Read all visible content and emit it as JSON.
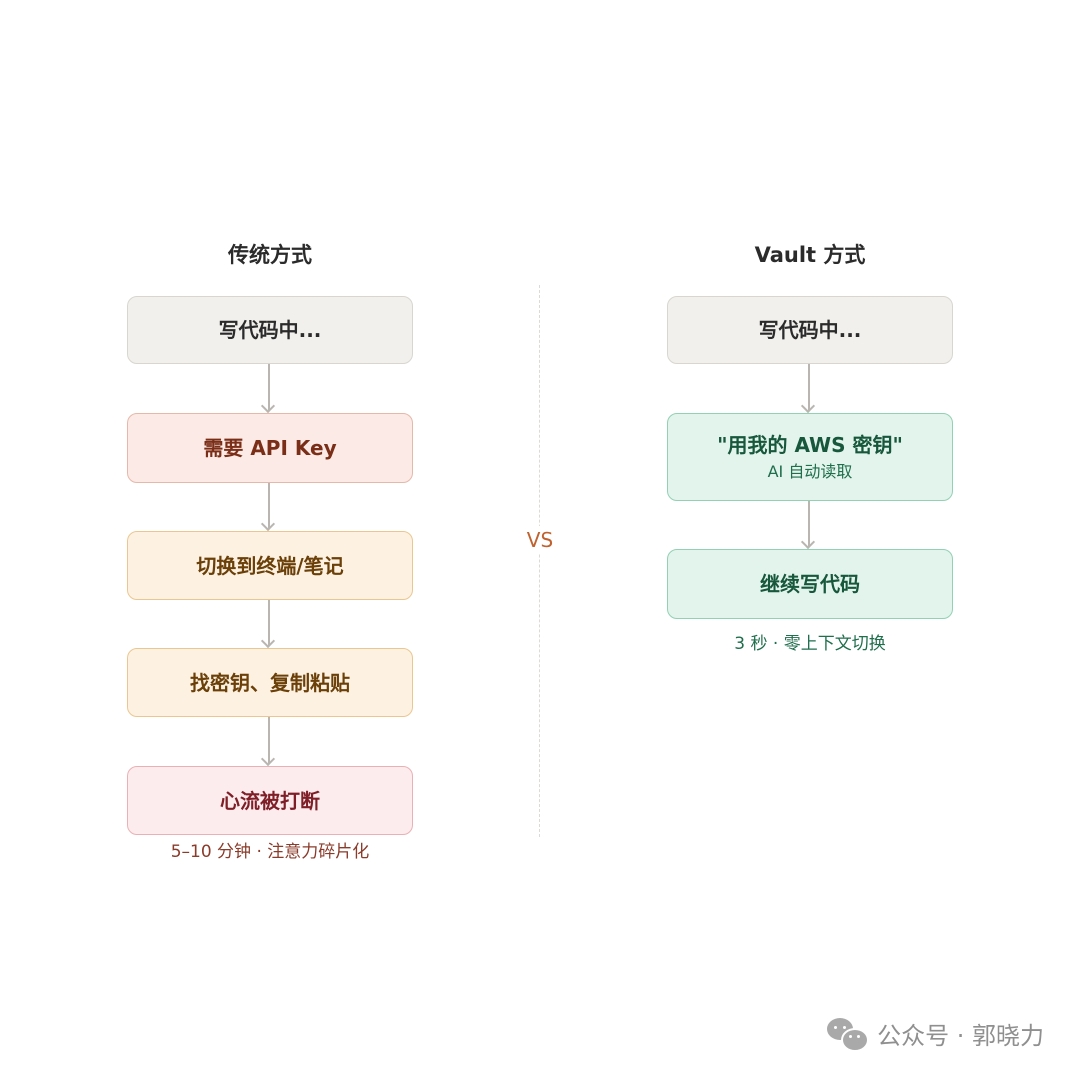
{
  "left": {
    "title": "传统方式",
    "steps": [
      {
        "text": "写代码中..."
      },
      {
        "text": "需要 API Key"
      },
      {
        "text": "切换到终端/笔记"
      },
      {
        "text": "找密钥、复制粘贴"
      },
      {
        "text": "心流被打断"
      }
    ],
    "note": "5–10 分钟 · 注意力碎片化"
  },
  "center": {
    "vs_label": "VS"
  },
  "right": {
    "title": "Vault 方式",
    "steps": [
      {
        "text": "写代码中..."
      },
      {
        "text": "\"用我的 AWS 密钥\"",
        "sub": "AI 自动读取"
      },
      {
        "text": "继续写代码"
      }
    ],
    "note": "3 秒 · 零上下文切换"
  },
  "watermark": {
    "text": "公众号 · 郭晓力",
    "icon": "wechat-icon"
  },
  "colors": {
    "neutral_box": "#f2f0ec",
    "red_box": "#fbeae5",
    "orange_box": "#fdf2e2",
    "pink_box": "#fdeced",
    "green_box": "#e2f4ec",
    "vs_accent": "#c0622f"
  }
}
